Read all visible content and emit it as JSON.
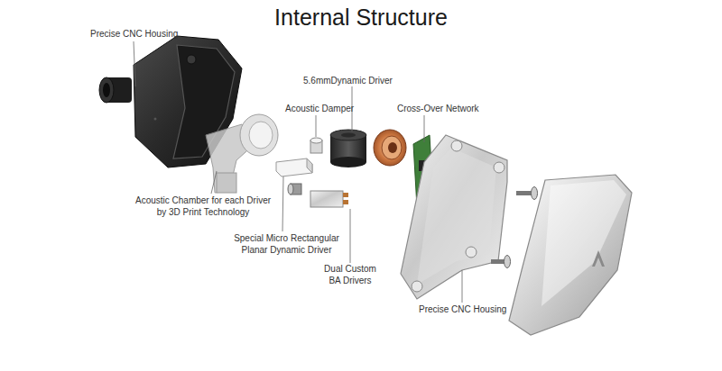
{
  "diagram": {
    "title": "Internal Structure",
    "labels": [
      "Precise CNC Housing",
      "5.6mmDynamic Driver",
      "Acoustic Damper",
      "Cross-Over Network",
      "Acoustic Chamber for each Driver by 3D Print Technology",
      "Special Micro Rectangular Planar Dynamic Driver",
      "Dual Custom BA Drivers",
      "Precise CNC Housing"
    ]
  }
}
